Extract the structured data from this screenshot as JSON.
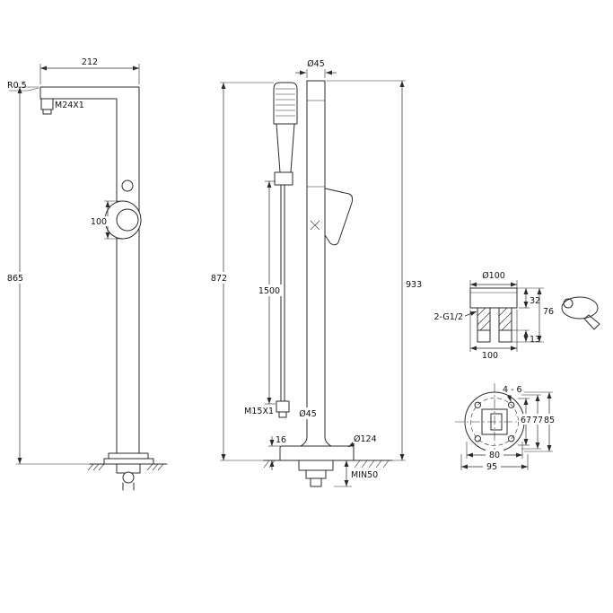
{
  "drawing": {
    "front": {
      "spout_reach": "212",
      "corner_radius": "R0.5",
      "spout_thread": "M24X1",
      "knob_size": "100",
      "height": "865"
    },
    "side": {
      "top_diameter": "Ø45",
      "rail_height": "872",
      "hose_length": "1500",
      "overall_height": "933",
      "hose_thread": "M15X1",
      "column_diameter": "Ø45",
      "base_thickness": "16",
      "base_diameter": "Ø124",
      "min_floor_depth": "MIN50"
    },
    "base_side": {
      "diameter": "Ø100",
      "body_height": "32",
      "total_height": "76",
      "inlet_thread": "2-G1/2",
      "width": "100",
      "stub_length": "13"
    },
    "base_plan": {
      "holes": "4 - 6",
      "dim_a": "67",
      "dim_b": "77",
      "dim_c": "85",
      "dim_d": "80",
      "dim_e": "95"
    }
  }
}
